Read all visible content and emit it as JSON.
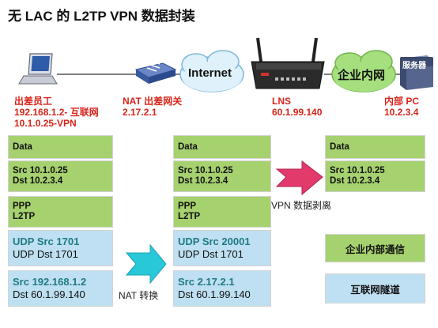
{
  "title": "无 LAC 的 L2TP VPN 数据封装",
  "clouds": {
    "internet": "Internet",
    "enterprise": "企业内网"
  },
  "server_label": "服务器",
  "nodes": {
    "employee": {
      "line1": "出差员工",
      "line2": "192.168.1.2- 互联网",
      "line3": "10.1.0.25-VPN"
    },
    "nat": {
      "line1": "NAT 出差网关",
      "line2": "2.17.2.1"
    },
    "lns": {
      "line1": "LNS",
      "line2": "60.1.99.140"
    },
    "internal_pc": {
      "line1": "内部 PC",
      "line2": "10.2.3.4"
    }
  },
  "col1": {
    "data": "Data",
    "src": "Src 10.1.0.25",
    "dst": "Dst 10.2.3.4",
    "ppp": "PPP",
    "l2tp": "L2TP",
    "udp_src": "UDP Src 1701",
    "udp_dst": "UDP Dst 1701",
    "ip_src": "Src 192.168.1.2",
    "ip_dst": "Dst 60.1.99.140"
  },
  "col2": {
    "data": "Data",
    "src": "Src 10.1.0.25",
    "dst": "Dst 10.2.3.4",
    "ppp": "PPP",
    "l2tp": "L2TP",
    "udp_src": "UDP Src 20001",
    "udp_dst": "UDP Dst 1701",
    "ip_src": "Src 2.17.2.1",
    "ip_dst": "Dst 60.1.99.140"
  },
  "col3": {
    "data": "Data",
    "src": "Src 10.1.0.25",
    "dst": "Dst 10.2.3.4"
  },
  "legend": {
    "green": "企业内部通信",
    "blue": "互联网隧道"
  },
  "arrows": {
    "nat": "NAT 转换",
    "vpn": "VPN 数据剥离"
  },
  "colors": {
    "green_block": "#a6d16f",
    "blue_block": "#bfe0f2",
    "label_red": "#d8241a",
    "highlight_teal": "#1e7a84",
    "cloud_green": "#a6e07e",
    "arrow_cyan": "#29c8d8",
    "arrow_pink": "#e23a6b"
  }
}
